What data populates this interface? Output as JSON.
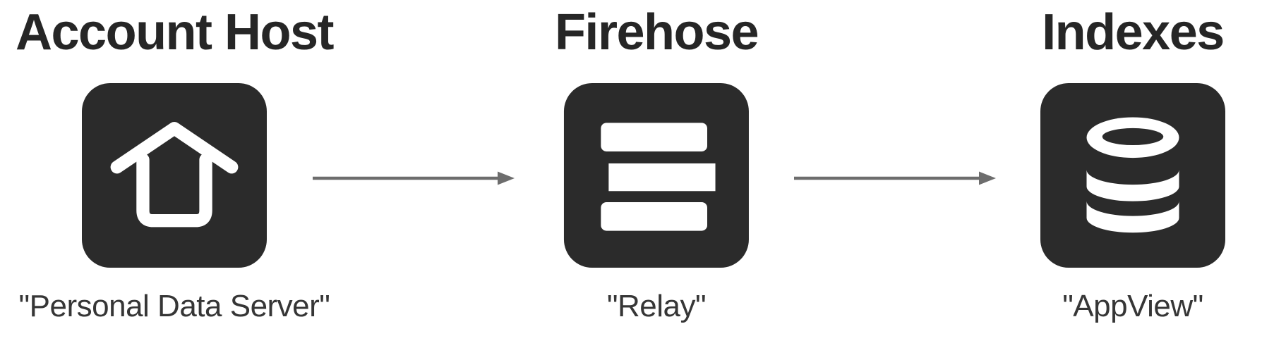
{
  "diagram_title": "",
  "colors": {
    "background": "#ffffff",
    "node_fill": "#2b2b2b",
    "icon_glyph": "#ffffff",
    "title_text": "#262626",
    "label_text": "#363636",
    "arrow": "#6d6d6d"
  },
  "nodes": [
    {
      "title": "Account Host",
      "label": "\"Personal Data Server\"",
      "icon": "house-icon"
    },
    {
      "title": "Firehose",
      "label": "\"Relay\"",
      "icon": "server-stack-icon"
    },
    {
      "title": "Indexes",
      "label": "\"AppView\"",
      "icon": "database-icon"
    }
  ],
  "arrows": [
    {
      "from": "Account Host",
      "to": "Firehose",
      "direction": "right"
    },
    {
      "from": "Firehose",
      "to": "Indexes",
      "direction": "right"
    }
  ]
}
